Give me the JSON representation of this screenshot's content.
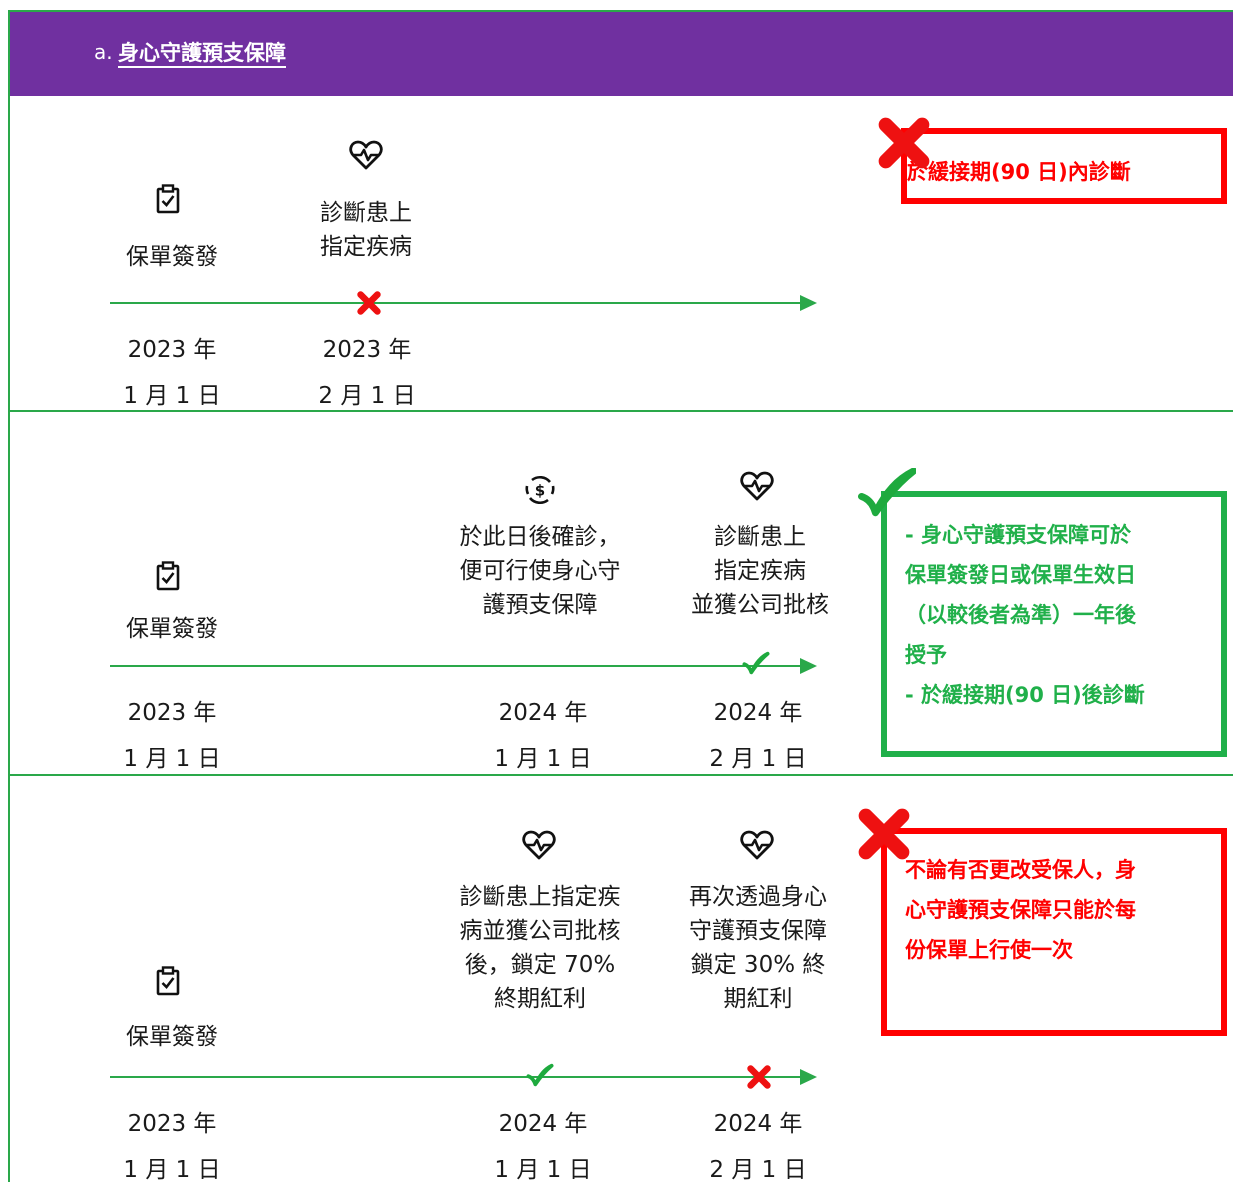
{
  "header": {
    "letter": "a.",
    "title": "身心守護預支保障"
  },
  "rows": [
    {
      "issue_label": "保單簽發",
      "event1": {
        "line1": "診斷患上",
        "line2": "指定疾病"
      },
      "date_a": {
        "year": "2023 年",
        "day": "1 月 1 日"
      },
      "date_b": {
        "year": "2023 年",
        "day": "2 月 1 日"
      },
      "box": {
        "line1": "於緩接期(90 日)內診斷"
      }
    },
    {
      "issue_label": "保單簽發",
      "event_mid": {
        "line1": "於此日後確診，",
        "line2": "便可行使身心守",
        "line3": "護預支保障"
      },
      "event_right": {
        "line1": "診斷患上",
        "line2": "指定疾病",
        "line3": "並獲公司批核"
      },
      "date_a": {
        "year": "2023 年",
        "day": "1 月 1 日"
      },
      "date_b": {
        "year": "2024 年",
        "day": "1 月 1 日"
      },
      "date_c": {
        "year": "2024 年",
        "day": "2 月 1 日"
      },
      "box": {
        "line1": "- 身心守護預支保障可於",
        "line2": "保單簽發日或保單生效日",
        "line3": "（以較後者為準）一年後",
        "line4": "授予",
        "line5": "- 於緩接期(90 日)後診斷"
      }
    },
    {
      "issue_label": "保單簽發",
      "event_mid": {
        "line1": "診斷患上指定疾",
        "line2": "病並獲公司批核",
        "line3": "後，鎖定 70%",
        "line4": "終期紅利"
      },
      "event_right": {
        "line1": "再次透過身心",
        "line2": "守護預支保障",
        "line3": "鎖定 30% 終",
        "line4": "期紅利"
      },
      "date_a": {
        "year": "2023 年",
        "day": "1 月 1 日"
      },
      "date_b": {
        "year": "2024 年",
        "day": "1 月 1 日"
      },
      "date_c": {
        "year": "2024 年",
        "day": "2 月 1 日"
      },
      "box": {
        "line1": "不論有否更改受保人，身",
        "line2": "心守護預支保障只能於每",
        "line3": "份保單上行使一次"
      }
    }
  ],
  "icons": {
    "issue": "clipboard-check-icon",
    "diagnosis": "heart-pulse-icon",
    "payment": "dollar-cycle-icon",
    "fail": "red-cross-icon",
    "ok": "green-check-icon"
  },
  "colors": {
    "header": "#7030a0",
    "line": "#2aa84a",
    "ok": "#20b04a",
    "fail": "#ff0000"
  }
}
